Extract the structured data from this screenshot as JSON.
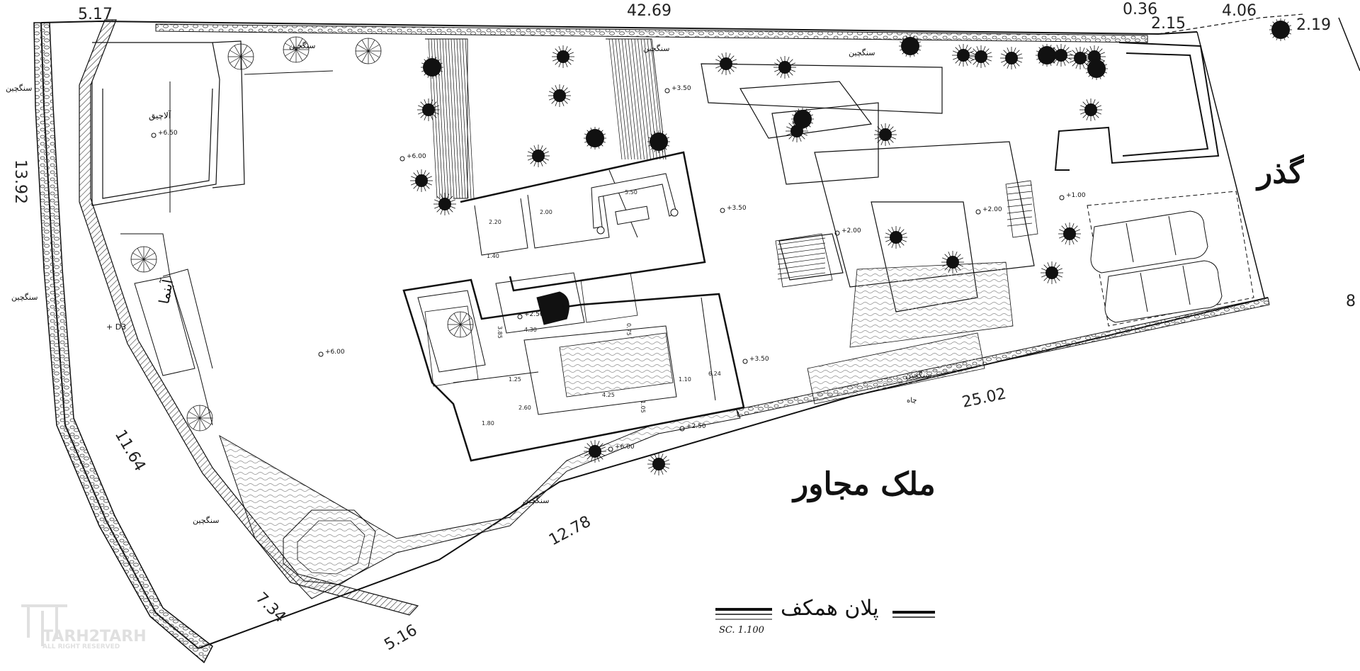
{
  "plan_title": "پلان همکف",
  "scale_label": "SC.  1.100",
  "street_label": "گذر",
  "neighbor_label": "ملک مجاور",
  "pergola_label": "آلاچیق",
  "water_feature_label": "آبنما",
  "stone_paving_label": "سنگچین",
  "point_label": "+ D3",
  "well_label": "چاه",
  "edge_number": "8",
  "dimensions": {
    "top_main": "42.69",
    "top_left": "5.17",
    "top_r1": "0.36",
    "top_r2": "2.15",
    "top_r3": "4.06",
    "top_r4": "2.19",
    "left_side": "13.92",
    "left_mid": "11.64",
    "left_bottom": "7.34",
    "bottom_left": "5.16",
    "bottom_mid": "12.78",
    "bottom_right": "25.02"
  },
  "levels": {
    "pergola": "+6.50",
    "garden_top": "+6.00",
    "steps_upper": "+3.50",
    "terrace": "+3.50",
    "living_level": "+2.00",
    "lower_left": "+6.00",
    "courtyard": "+2.00",
    "parking": "+1.00",
    "south_terrace": "+3.50",
    "stair_landing": "+2.50",
    "bottom_garden": "+6.00",
    "piano": "+2.50"
  },
  "interior_dims": {
    "d_220": "2.20",
    "d_200": "2.00",
    "d_140": "1.40",
    "d_550": "5.50",
    "d_385": "3.85",
    "d_430": "4.30",
    "d_125": "1.25",
    "d_180": "1.80",
    "d_110": "1.10",
    "d_624": "6.24",
    "d_075": "0.75",
    "d_105": "1.05",
    "d_260": "2.60",
    "d_425": "4.25"
  },
  "watermark": {
    "brand": "TARH2TARH",
    "sub": "ALL RIGHT RESERVED"
  },
  "colors": {
    "line": "#111111",
    "hatch": "#9a9a9a",
    "tree": "#111111",
    "watermark": "#e0e0e0"
  }
}
